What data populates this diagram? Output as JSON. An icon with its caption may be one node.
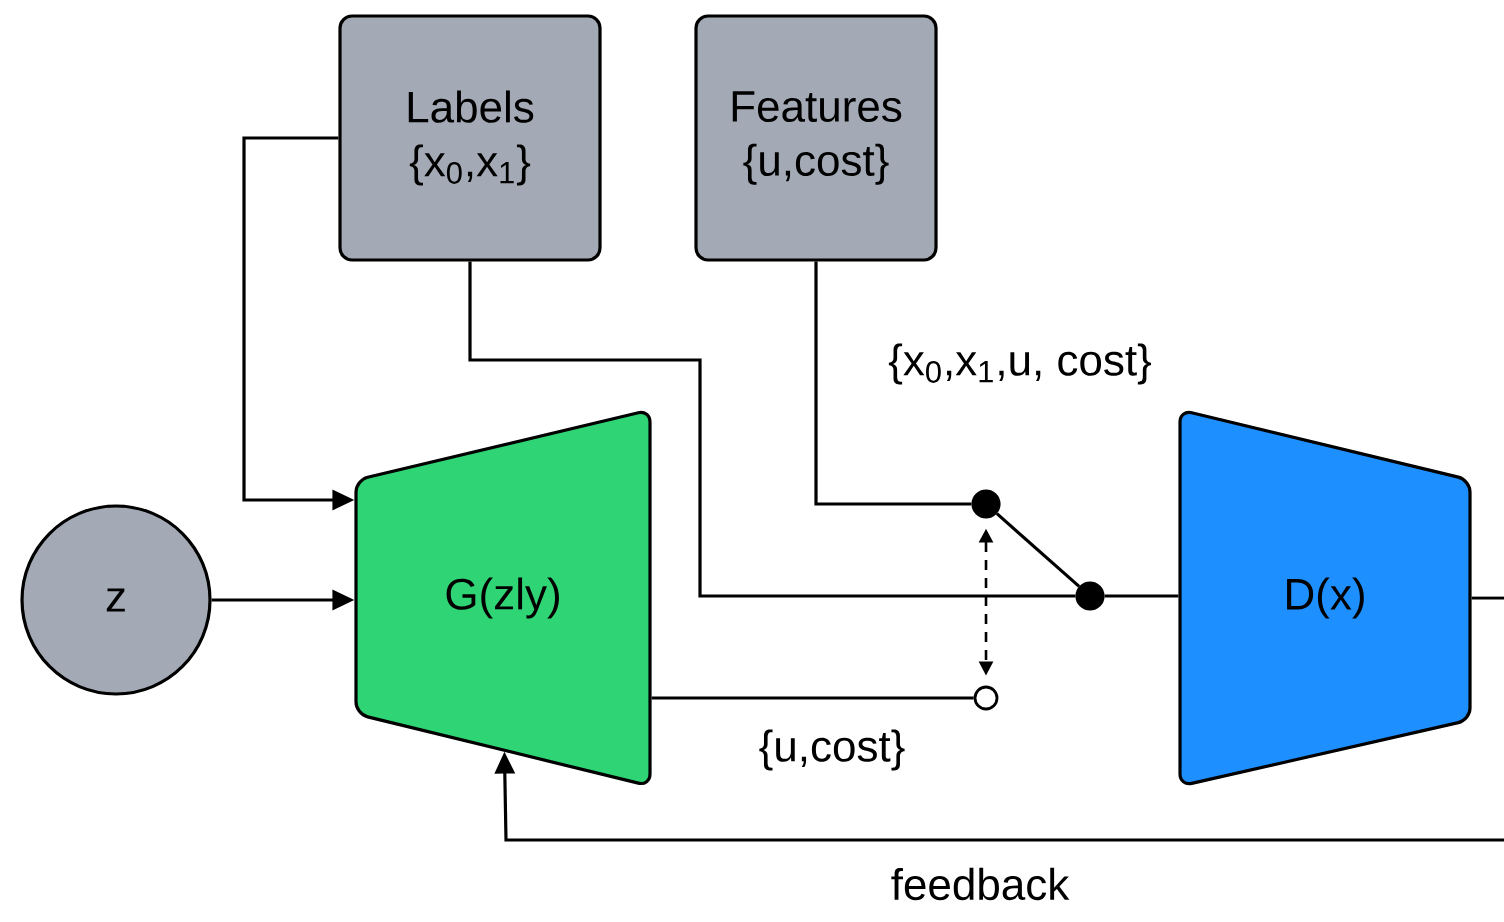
{
  "diagram": {
    "nodes": [
      {
        "text": [
          "Labels",
          "{x$_{0}$,x$_{1}$}"
        ]
      },
      {
        "text": [
          "Features",
          "{u,cost}"
        ]
      },
      {
        "text": [
          "z"
        ]
      },
      {
        "text": [
          "G(zly)"
        ]
      },
      {
        "text": [],
        "shape": "dot"
      },
      {
        "text": [],
        "shape": "dot"
      },
      {
        "text": [],
        "shape": "circle"
      },
      {
        "text": [
          "D(x)"
        ]
      }
    ],
    "edges": [
      {
        "from": 0,
        "to": 3,
        "arrow": "to"
      },
      {
        "from": 0,
        "to": 5,
        "arrow": "none"
      },
      {
        "from": 1,
        "to": 4,
        "arrow": "none",
        "label": "{x$_{0}$,x$_{1}$,u, cost}"
      },
      {
        "from": 2,
        "to": 3,
        "arrow": "to"
      },
      {
        "from": 4,
        "to": 5,
        "arrow": "none"
      },
      {
        "from": 4,
        "to": 6,
        "arrow": "both",
        "style": "dashed"
      },
      {
        "from": 3,
        "to": 6,
        "arrow": "none",
        "label": "{u,cost}"
      },
      {
        "from": 5,
        "to": 7,
        "arrow": "none"
      },
      {
        "from": 7,
        "to": null,
        "arrow": "none"
      },
      {
        "from": null,
        "to": 3,
        "arrow": "to",
        "label": "feedback"
      }
    ]
  }
}
